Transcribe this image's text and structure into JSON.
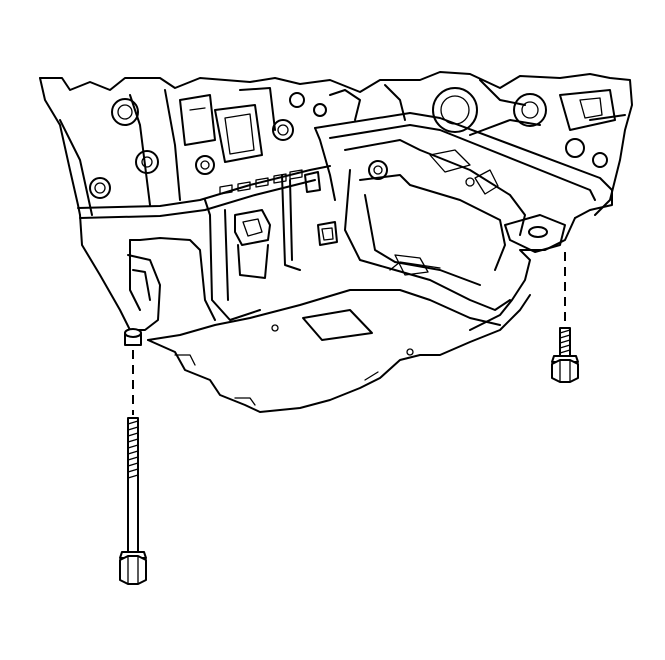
{
  "figure": {
    "kind": "technical-line-drawing",
    "parts": [
      "engine-block",
      "oil-pan",
      "oil-pan-bolt-long",
      "oil-pan-bolt-short"
    ],
    "colors": {
      "line": "#000000",
      "background": "#ffffff"
    }
  }
}
